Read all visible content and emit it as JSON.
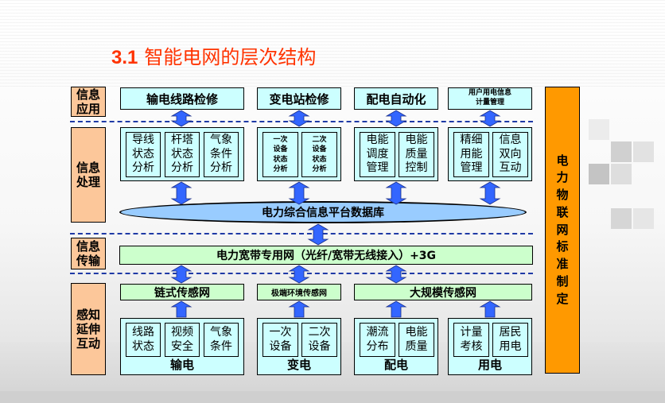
{
  "title": {
    "number": "3.1",
    "text": "智能电网的层次结构"
  },
  "layers": {
    "application": [
      "信息",
      "应用"
    ],
    "processing": [
      "信息",
      "处理"
    ],
    "transmission": [
      "信息",
      "传输"
    ],
    "sensing": [
      "感知",
      "延伸",
      "互动"
    ]
  },
  "applications": [
    "输电线路检修",
    "变电站检修",
    "配电自动化",
    "用户用电信息计量管理"
  ],
  "user_app_lines": [
    "用户用电信息",
    "计量管理"
  ],
  "processing_groups": [
    {
      "items": [
        [
          "导线",
          "状态",
          "分析"
        ],
        [
          "杆塔",
          "状态",
          "分析"
        ],
        [
          "气象",
          "条件",
          "分析"
        ]
      ]
    },
    {
      "items": [
        [
          "一次",
          "设备",
          "状态",
          "分析"
        ],
        [
          "二次",
          "设备",
          "状态",
          "分析"
        ]
      ]
    },
    {
      "items": [
        [
          "电能",
          "调度",
          "管理"
        ],
        [
          "电能",
          "质量",
          "控制"
        ]
      ]
    },
    {
      "items": [
        [
          "精细",
          "用能",
          "管理"
        ],
        [
          "信息",
          "双向",
          "互动"
        ]
      ]
    }
  ],
  "database": "电力综合信息平台数据库",
  "network": "电力宽带专用网（光纤/宽带无线接入）+3G",
  "sensor_networks": [
    "链式传感网",
    "极端环境传感网",
    "大规模传感网"
  ],
  "sensing_groups": [
    {
      "name": "输电",
      "items": [
        [
          "线路",
          "状态"
        ],
        [
          "视频",
          "安全"
        ],
        [
          "气象",
          "条件"
        ]
      ]
    },
    {
      "name": "变电",
      "items": [
        [
          "一次",
          "设备"
        ],
        [
          "二次",
          "设备"
        ]
      ]
    },
    {
      "name": "配电",
      "items": [
        [
          "潮流",
          "分布"
        ],
        [
          "电能",
          "质量"
        ]
      ]
    },
    {
      "name": "用电",
      "items": [
        [
          "计量",
          "考核"
        ],
        [
          "居民",
          "用电"
        ]
      ]
    }
  ],
  "standards_bar": [
    "电",
    "力",
    "物",
    "联",
    "网",
    "标",
    "准",
    "制",
    "定"
  ],
  "colors": {
    "title": "#ff3300",
    "layer_label": "#fcc79a",
    "box": "#ccffff",
    "green_box": "#ccffcc",
    "arrow": "#3366ff",
    "standards": "#ff9900",
    "dash": "#1f3aa6"
  }
}
